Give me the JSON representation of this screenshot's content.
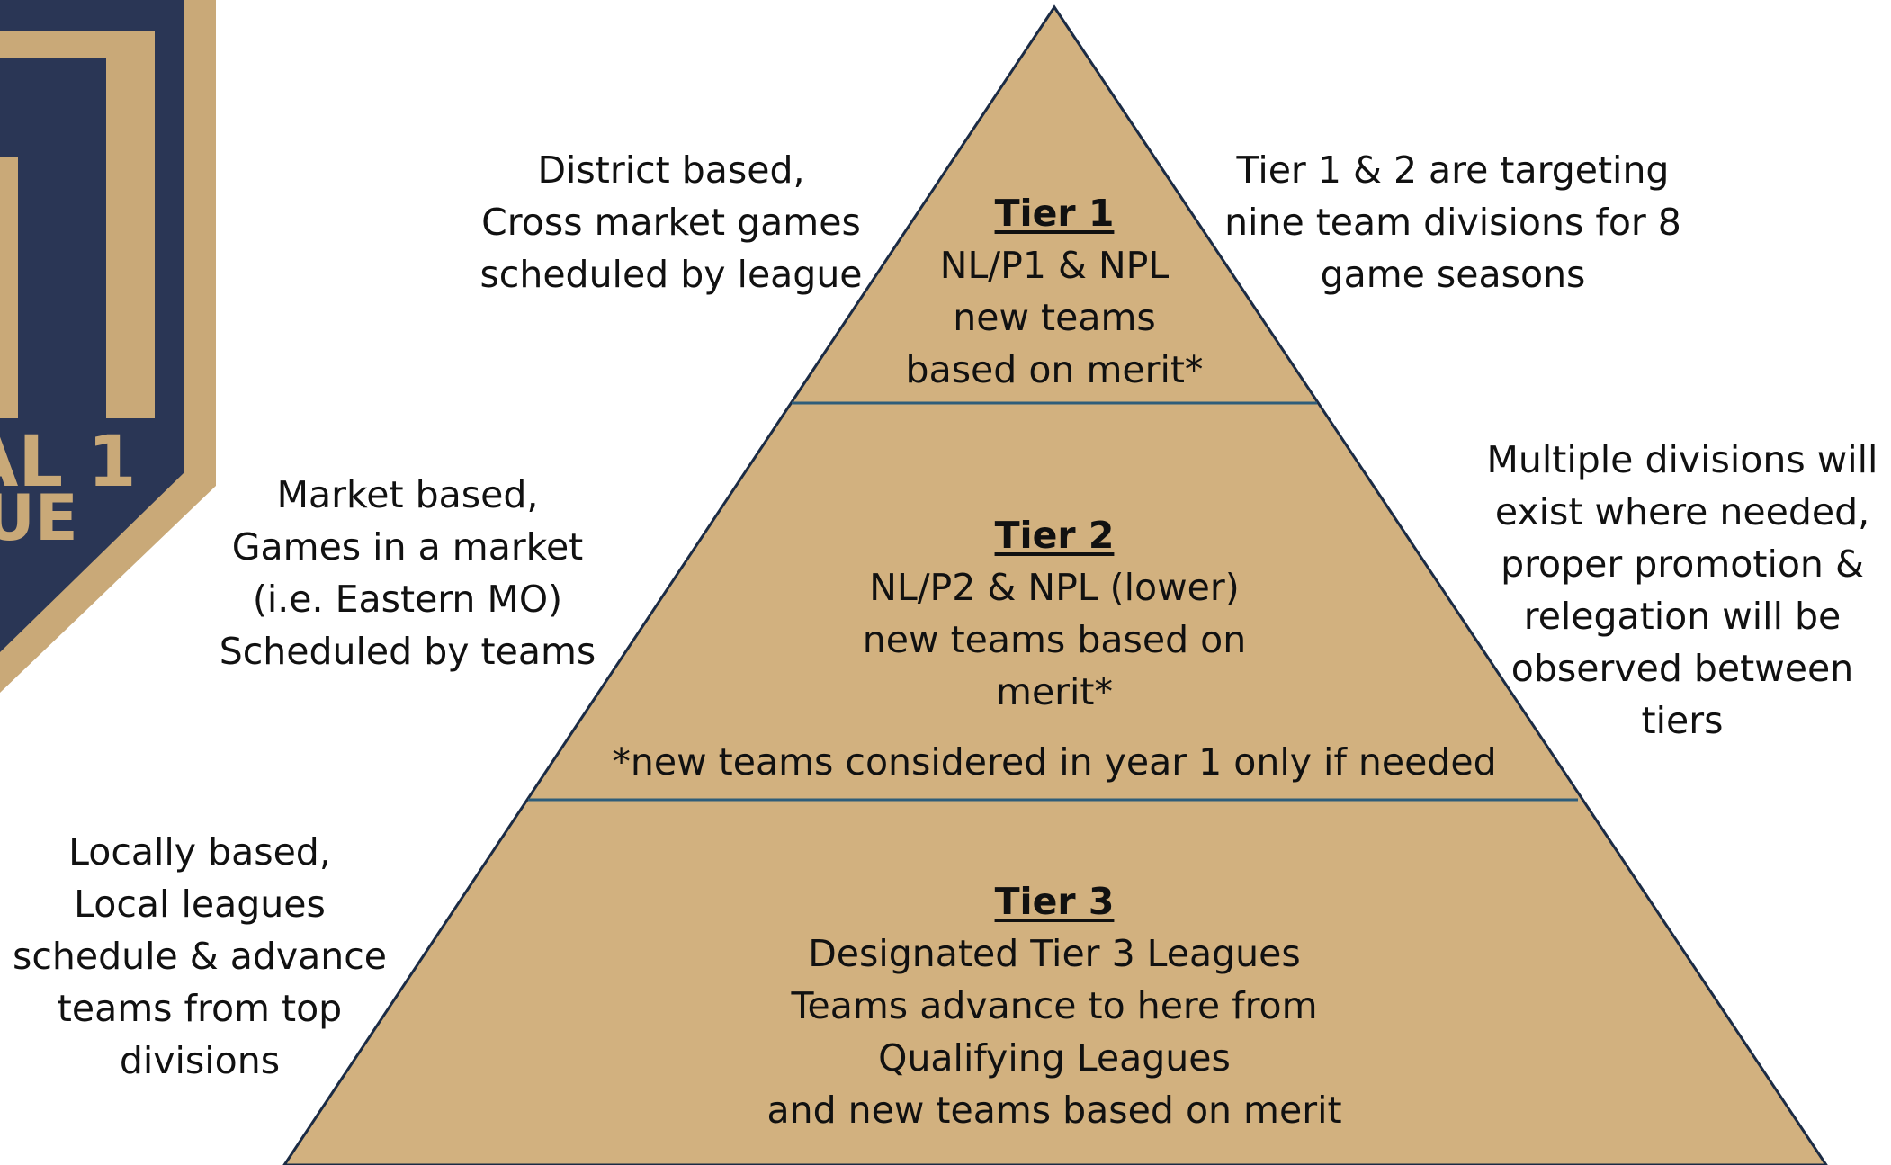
{
  "colors": {
    "pyramid_fill": "#D2B17F",
    "pyramid_outline": "#1B2B44",
    "tier_divider": "#2E5D7A",
    "logo_navy": "#2A3655",
    "logo_gold": "#C9A978"
  },
  "logo": {
    "text_line1": "AL 1",
    "text_line2": "UE",
    "glyph": "1"
  },
  "tiers": [
    {
      "title": "Tier 1",
      "lines": [
        "NL/P1 & NPL",
        "new teams",
        "based on merit*"
      ]
    },
    {
      "title": "Tier 2",
      "lines": [
        "NL/P2 & NPL (lower)",
        "new teams based on",
        "merit*"
      ]
    },
    {
      "title": "Tier 3",
      "lines": [
        "Designated Tier 3 Leagues",
        "Teams advance to here from",
        "Qualifying Leagues",
        "and new teams based on merit"
      ]
    }
  ],
  "footnote": "*new teams considered in year 1 only if needed",
  "left_notes": [
    [
      "District based,",
      "Cross market games",
      "scheduled by league"
    ],
    [
      "Market based,",
      "Games in a market",
      "(i.e. Eastern MO)",
      "Scheduled by teams"
    ],
    [
      "Locally based,",
      "Local leagues",
      "schedule & advance",
      "teams from top",
      "divisions"
    ]
  ],
  "right_notes": [
    [
      "Tier 1 & 2 are targeting",
      "nine team divisions for 8",
      "game seasons"
    ],
    [
      "Multiple divisions will",
      "exist where needed,",
      "proper promotion &",
      "relegation will be",
      "observed between",
      "tiers"
    ]
  ]
}
